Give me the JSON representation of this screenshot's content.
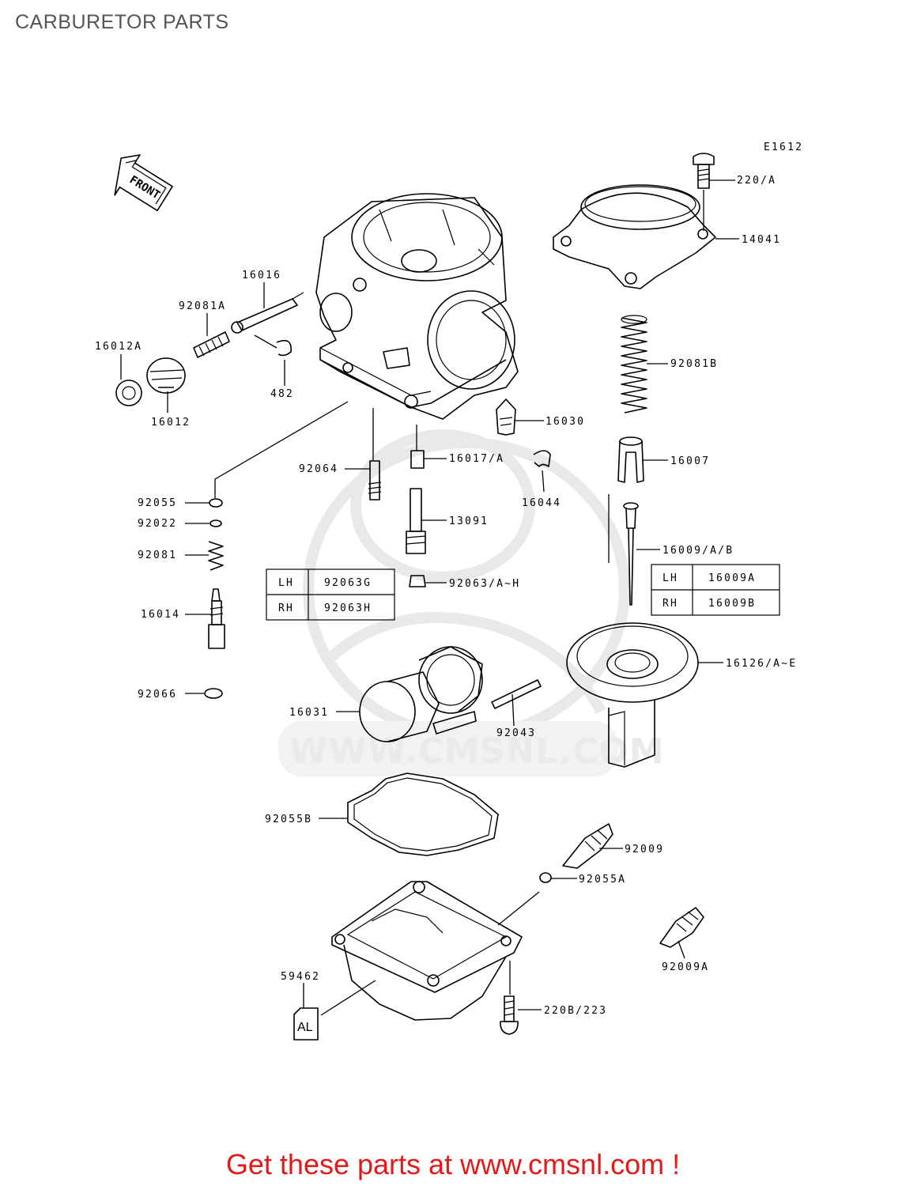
{
  "header": {
    "title": "CARBURETOR PARTS"
  },
  "diagram": {
    "code": "E1612",
    "front_text": "FRONT",
    "al_text": "AL",
    "watermark_text": "WWW.CMSNL.COM",
    "callouts": {
      "220_a": "220/A",
      "14041": "14041",
      "16016": "16016",
      "92081a": "92081A",
      "16012a": "16012A",
      "482": "482",
      "16012": "16012",
      "92081b": "92081B",
      "16030": "16030",
      "16017_a": "16017/A",
      "16007": "16007",
      "92064": "92064",
      "16044": "16044",
      "92055": "92055",
      "92022": "92022",
      "13091": "13091",
      "16009_a_b": "16009/A/B",
      "92081": "92081",
      "92063_a_h": "92063/A~H",
      "16014": "16014",
      "16126_a_e": "16126/A~E",
      "92066": "92066",
      "16031": "16031",
      "92043": "92043",
      "92055b": "92055B",
      "92009": "92009",
      "92055a": "92055A",
      "92009a": "92009A",
      "59462": "59462",
      "220b_223": "220B/223"
    },
    "jet_table": [
      {
        "side": "LH",
        "part": "92063G"
      },
      {
        "side": "RH",
        "part": "92063H"
      }
    ],
    "needle_table": [
      {
        "side": "LH",
        "part": "16009A"
      },
      {
        "side": "RH",
        "part": "16009B"
      }
    ]
  },
  "footer": {
    "promo": "Get these parts at www.cmsnl.com !"
  },
  "colors": {
    "footer_text": "#e21a1a",
    "title_text": "#555555",
    "line": "#000000"
  }
}
